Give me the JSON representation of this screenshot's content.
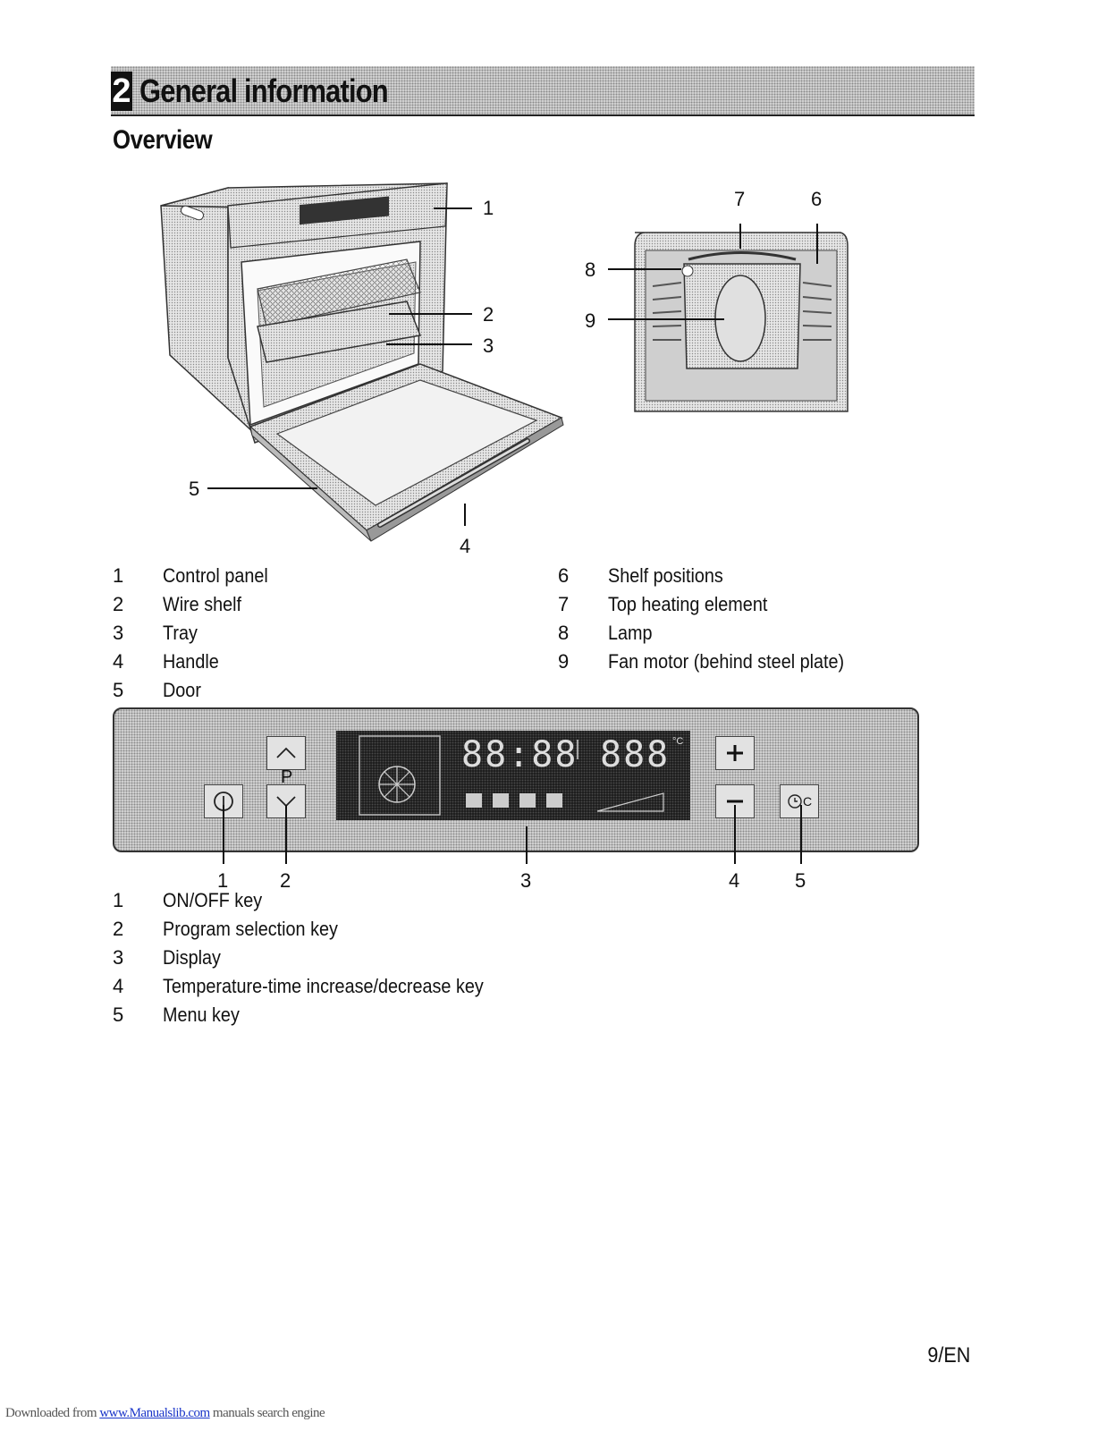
{
  "header": {
    "chapter_number": "2",
    "chapter_title": "General information"
  },
  "section_title": "Overview",
  "oven_callouts": [
    "1",
    "2",
    "3",
    "4",
    "5"
  ],
  "cavity_callouts": [
    "7",
    "6",
    "8",
    "9"
  ],
  "oven_legend": [
    {
      "num": "1",
      "text": "Control panel"
    },
    {
      "num": "2",
      "text": "Wire shelf"
    },
    {
      "num": "3",
      "text": "Tray"
    },
    {
      "num": "4",
      "text": "Handle"
    },
    {
      "num": "5",
      "text": "Door"
    },
    {
      "num": "6",
      "text": "Shelf positions"
    },
    {
      "num": "7",
      "text": "Top heating element"
    },
    {
      "num": "8",
      "text": "Lamp"
    },
    {
      "num": "9",
      "text": "Fan motor (behind steel plate)"
    }
  ],
  "panel": {
    "program_key_letter": "P",
    "display_time": "88:88",
    "display_temp": "888",
    "temp_unit": "°C",
    "menu_key_unit": "C",
    "callouts": [
      "1",
      "2",
      "3",
      "4",
      "5"
    ]
  },
  "panel_legend": [
    {
      "num": "1",
      "text": "ON/OFF key"
    },
    {
      "num": "2",
      "text": "Program selection key"
    },
    {
      "num": "3",
      "text": "Display"
    },
    {
      "num": "4",
      "text": "Temperature-time increase/decrease key"
    },
    {
      "num": "5",
      "text": "Menu key"
    }
  ],
  "footer": {
    "page": "9/EN",
    "source_prefix": "Downloaded from ",
    "source_link": "www.Manualslib.com",
    "source_suffix": " manuals search engine"
  }
}
